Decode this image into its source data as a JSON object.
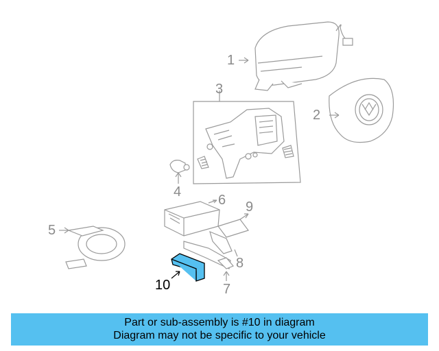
{
  "diagram": {
    "labels": [
      "1",
      "2",
      "3",
      "4",
      "5",
      "6",
      "7",
      "8",
      "9",
      "10"
    ],
    "highlighted_part": "10",
    "highlight_color": "#55c0f0",
    "part_color": "#9a9a9a"
  },
  "caption": {
    "line1": "Part or sub-assembly is #10 in diagram",
    "line2": "Diagram may not be specific to your vehicle",
    "background": "#55c0f0"
  }
}
